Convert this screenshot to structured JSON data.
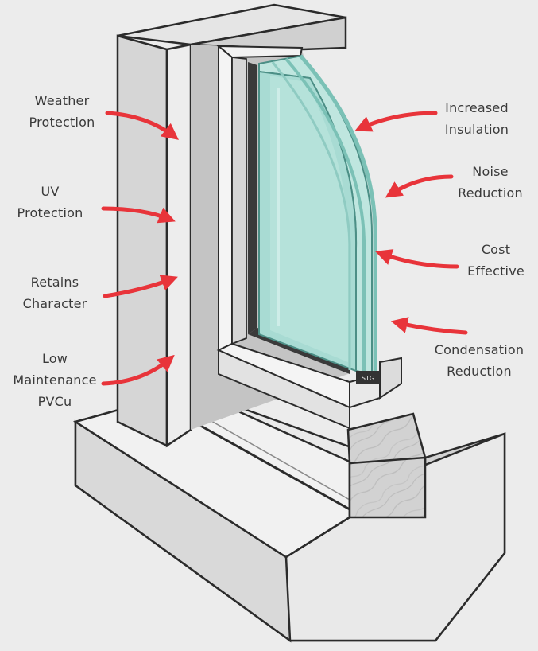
{
  "palette": {
    "background": "#ececec",
    "frame": "#e6e6e6",
    "frame_shade": "#c9c9c9",
    "outline": "#2b2b2b",
    "glass": "#a8dbd3",
    "glass_edge": "#7bc1b6",
    "arrow": "#e8343a",
    "wood": "#d2d2d2"
  },
  "labels_left": [
    {
      "lines": [
        "Weather",
        "Protection"
      ]
    },
    {
      "lines": [
        "UV",
        "Protection"
      ]
    },
    {
      "lines": [
        "Retains",
        "Character"
      ]
    },
    {
      "lines": [
        "Low",
        "Maintenance",
        "PVCu"
      ]
    }
  ],
  "labels_right": [
    {
      "lines": [
        "Increased",
        "Insulation"
      ]
    },
    {
      "lines": [
        "Noise",
        "Reduction"
      ]
    },
    {
      "lines": [
        "Cost",
        "Effective"
      ]
    },
    {
      "lines": [
        "Condensation",
        "Reduction"
      ]
    }
  ],
  "spacer_text": "STG"
}
